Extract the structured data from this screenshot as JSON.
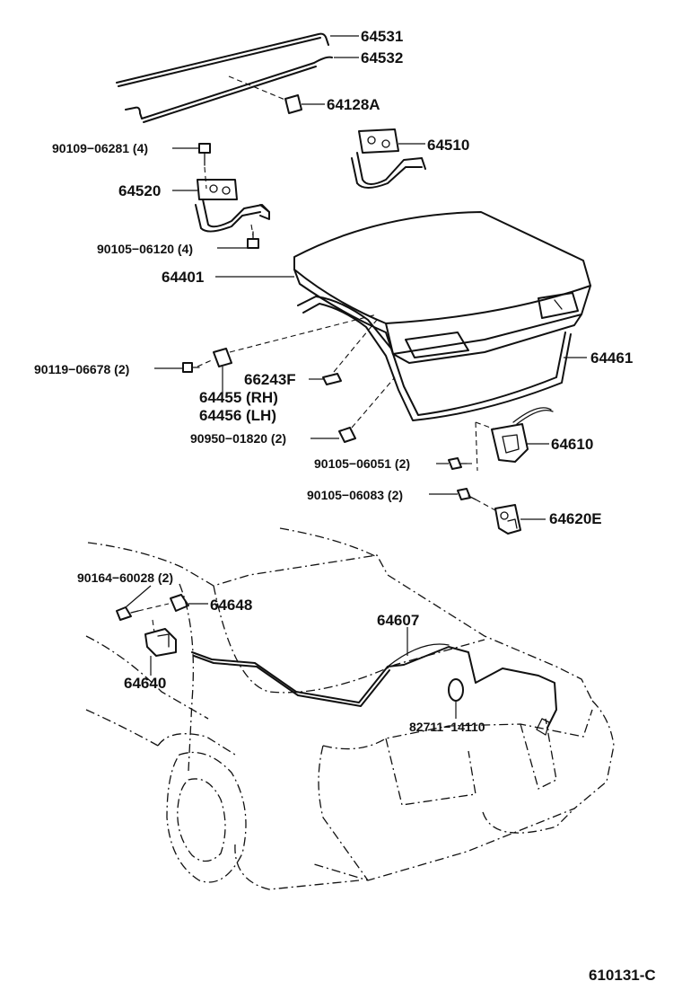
{
  "diagram": {
    "code": "610131-C",
    "labels": {
      "p64531": "64531",
      "p64532": "64532",
      "p64128A": "64128A",
      "p90109": "90109−06281 (4)",
      "p64510": "64510",
      "p64520": "64520",
      "p90105_06120": "90105−06120 (4)",
      "p64401": "64401",
      "p64461": "64461",
      "p90119": "90119−06678 (2)",
      "p66243F": "66243F",
      "p64455": "64455 (RH)",
      "p64456": "64456 (LH)",
      "p90950": "90950−01820 (2)",
      "p64610": "64610",
      "p90105_06051": "90105−06051 (2)",
      "p90105_06083": "90105−06083 (2)",
      "p64620E": "64620E",
      "p90164": "90164−60028 (2)",
      "p64648": "64648",
      "p64640": "64640",
      "p64607": "64607",
      "p82711": "82711−14110"
    }
  }
}
